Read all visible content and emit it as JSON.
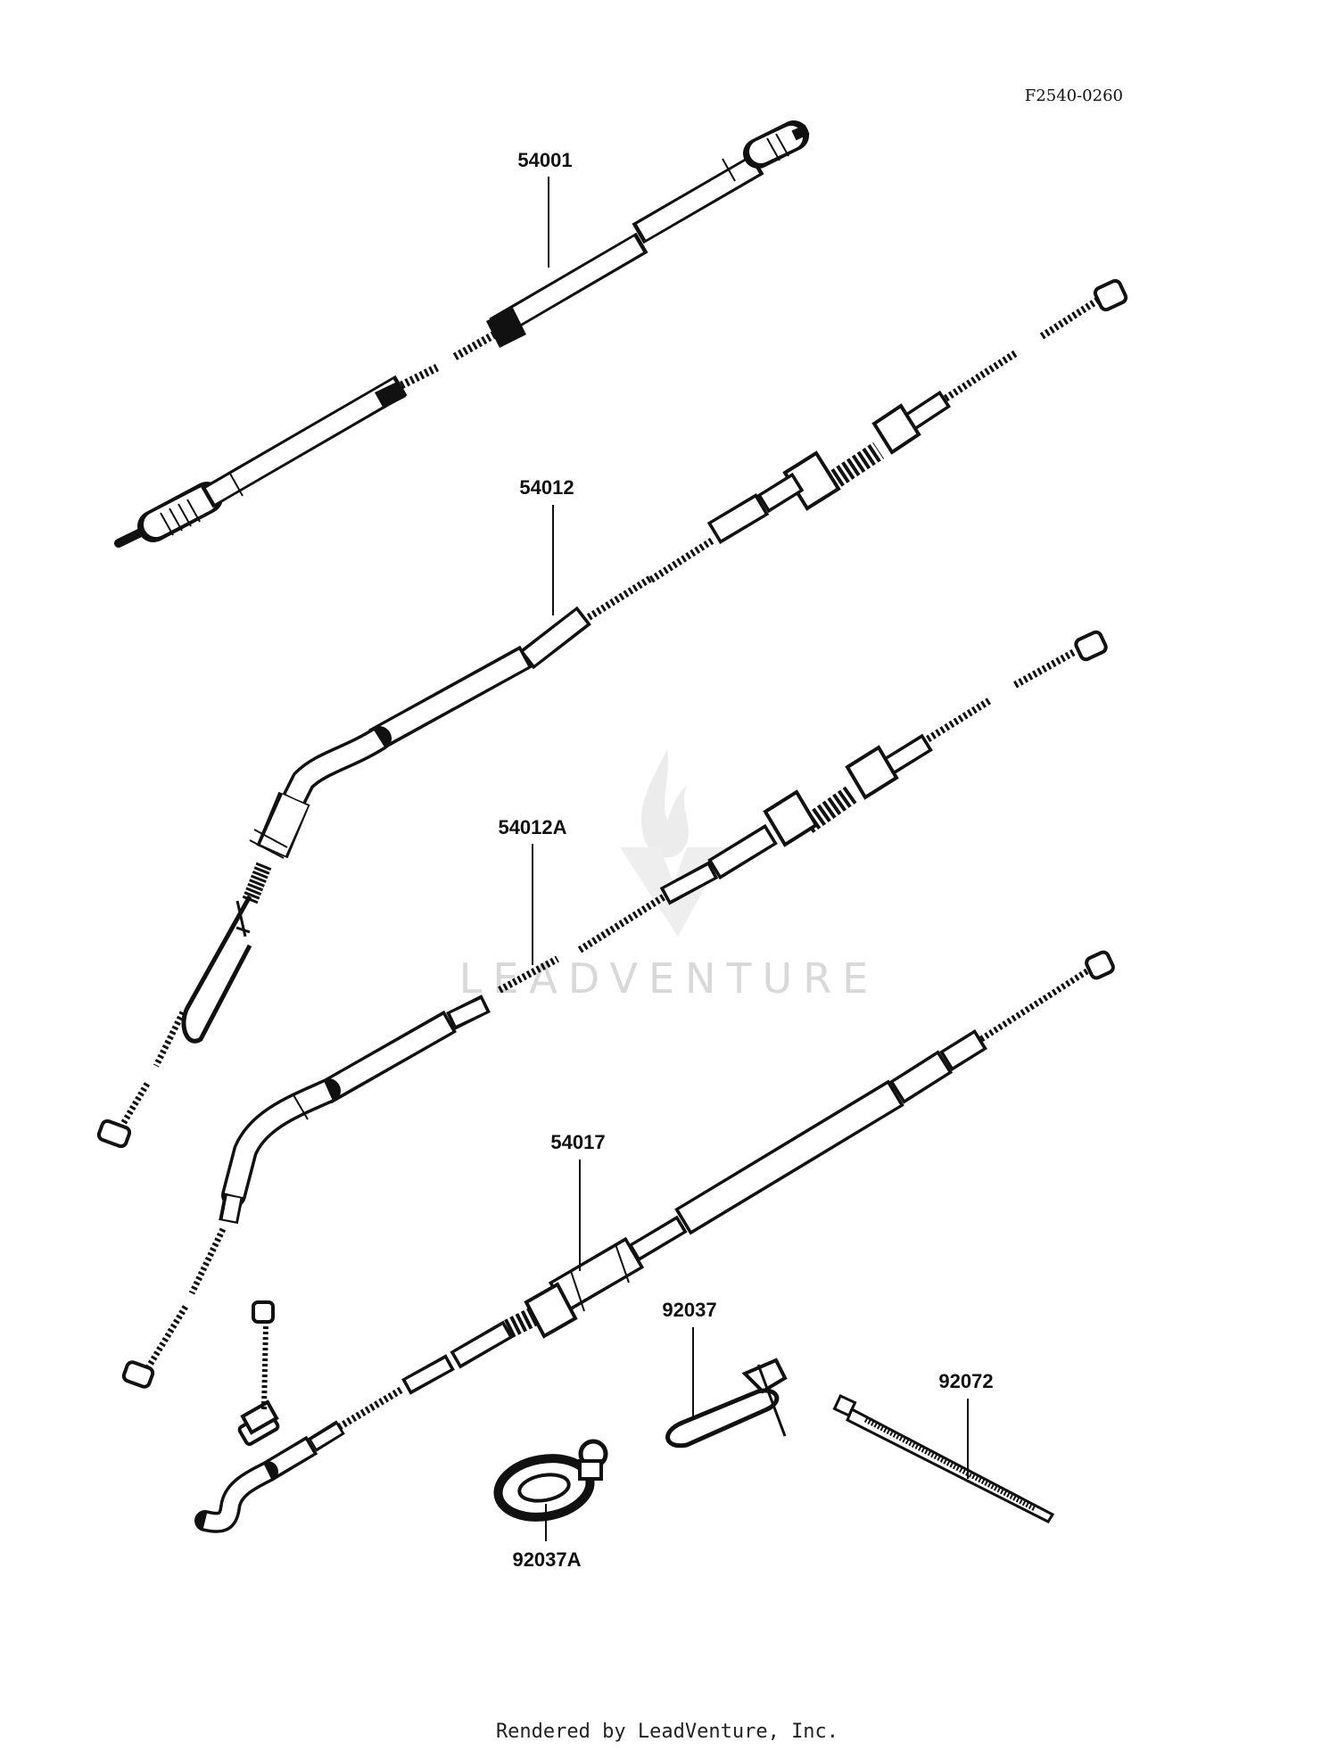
{
  "diagram_code": "F2540-0260",
  "watermark": "LEADVENTURE",
  "footer": "Rendered by LeadVenture, Inc.",
  "parts": {
    "speedo_cable": "54001",
    "throttle_cable": "54012",
    "throttle_cable_a": "54012A",
    "choke_cable": "54017",
    "clamp": "92037",
    "clamp_a": "92037A",
    "band": "92072"
  }
}
